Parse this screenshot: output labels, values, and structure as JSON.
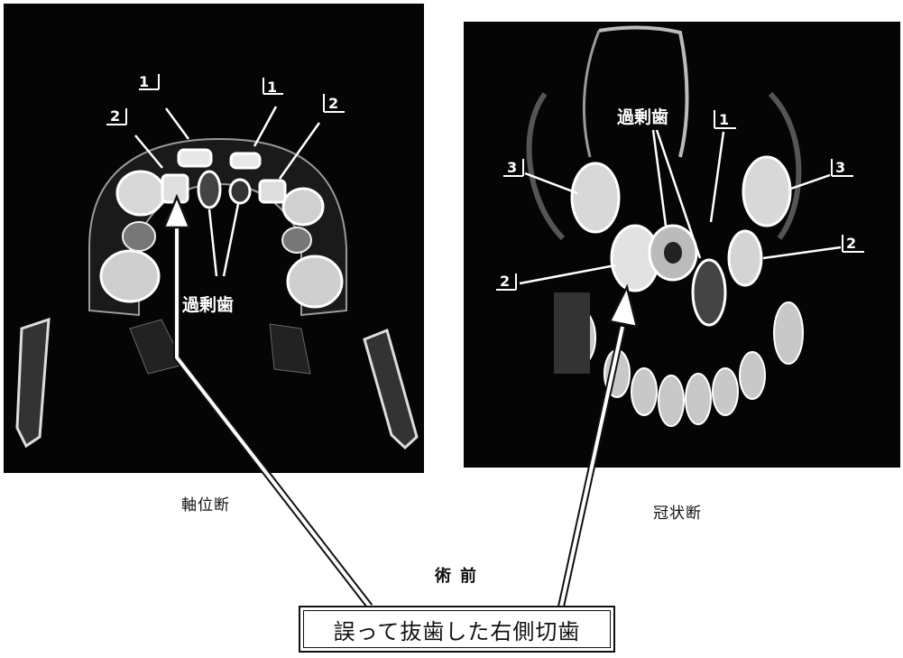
{
  "axial": {
    "caption": "軸位断",
    "labels": {
      "tooth_1_left": "1",
      "tooth_1_right": "1",
      "tooth_2_left": "2",
      "tooth_2_right": "2",
      "supernumerary": "過剰歯"
    }
  },
  "coronal": {
    "caption": "冠状断",
    "labels": {
      "supernumerary": "過剰歯",
      "tooth_1": "1",
      "tooth_3_left": "3",
      "tooth_3_right": "3",
      "tooth_2_left": "2",
      "tooth_2_right": "2"
    }
  },
  "preop": "術前",
  "callout": "誤って抜歯した右側切歯",
  "colors": {
    "background": "#ffffff",
    "scan": "#050505",
    "ink": "#111111"
  }
}
